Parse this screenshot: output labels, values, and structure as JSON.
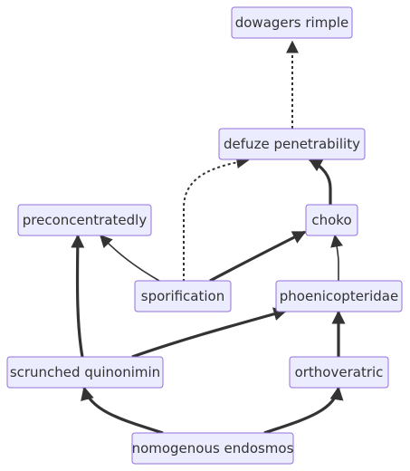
{
  "diagram": {
    "type": "flowchart",
    "direction": "bottom-to-top",
    "colors": {
      "node_fill": "#ECECFF",
      "node_stroke": "#9370DB",
      "edge": "#333333",
      "text": "#333333"
    },
    "nodes": [
      {
        "id": "dowagers",
        "label": "dowagers rimple"
      },
      {
        "id": "defuze",
        "label": "defuze penetrability"
      },
      {
        "id": "precon",
        "label": "preconcentratedly"
      },
      {
        "id": "choko",
        "label": "choko"
      },
      {
        "id": "sporif",
        "label": "sporification"
      },
      {
        "id": "phoeni",
        "label": "phoenicopteridae"
      },
      {
        "id": "scrunch",
        "label": "scrunched quinonimin"
      },
      {
        "id": "ortho",
        "label": "orthoveratric"
      },
      {
        "id": "nomog",
        "label": "nomogenous endosmos"
      }
    ],
    "edges": [
      {
        "from": "defuze",
        "to": "dowagers",
        "style": "dotted"
      },
      {
        "from": "sporif",
        "to": "defuze",
        "style": "dotted"
      },
      {
        "from": "choko",
        "to": "defuze",
        "style": "thick"
      },
      {
        "from": "sporif",
        "to": "precon",
        "style": "normal"
      },
      {
        "from": "sporif",
        "to": "choko",
        "style": "thick"
      },
      {
        "from": "phoeni",
        "to": "choko",
        "style": "normal"
      },
      {
        "from": "scrunch",
        "to": "precon",
        "style": "thick"
      },
      {
        "from": "scrunch",
        "to": "phoeni",
        "style": "thick"
      },
      {
        "from": "ortho",
        "to": "phoeni",
        "style": "thick"
      },
      {
        "from": "nomog",
        "to": "scrunch",
        "style": "thick"
      },
      {
        "from": "nomog",
        "to": "ortho",
        "style": "thick"
      }
    ]
  }
}
